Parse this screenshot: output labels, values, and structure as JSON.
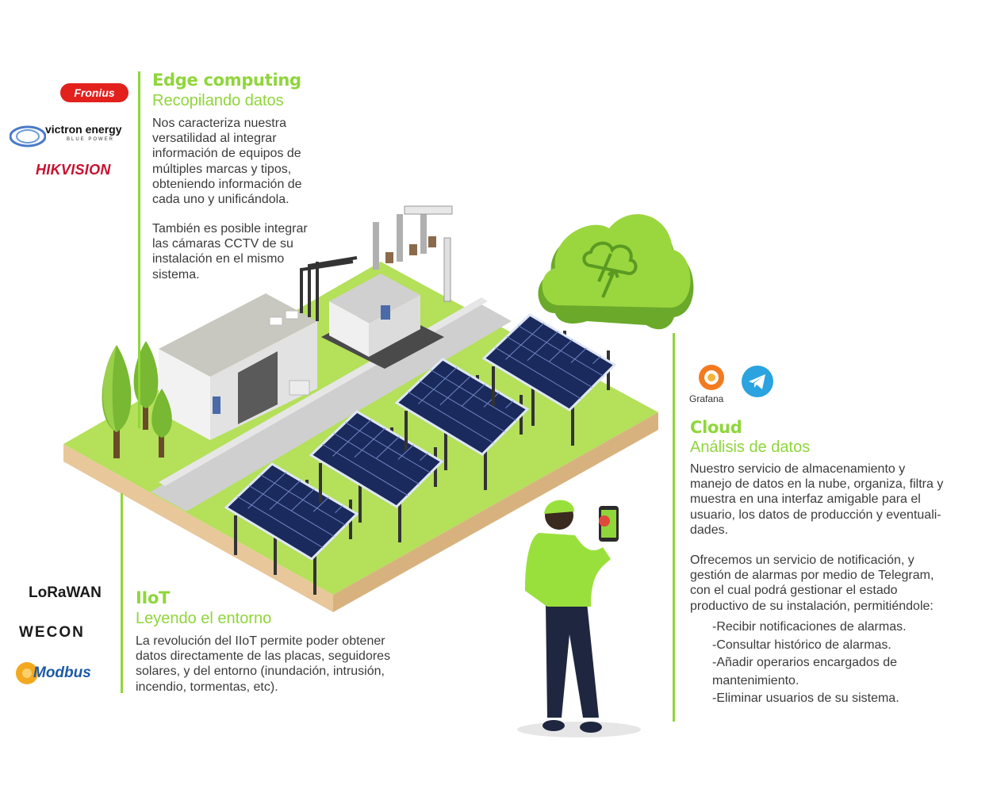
{
  "edge": {
    "title": "Edge computing",
    "subtitle": "Recopilando datos",
    "paragraph1": "Nos caracteriza nuestra\nversatilidad al integrar\ninformación de equipos de\nmúltiples marcas y tipos,\nobteniendo información de\ncada uno y unificándola.",
    "paragraph2": "También es posible integrar\nlas cámaras CCTV de su\ninstalación en el mismo\nsistema.",
    "logos": {
      "fronius": "Fronius",
      "victron": "victron energy",
      "victron_tag": "BLUE POWER",
      "hikvision": "HIKVISION"
    }
  },
  "iiot": {
    "title": "IIoT",
    "subtitle": "Leyendo el entorno",
    "paragraph": "La revolución del IIoT permite poder obtener\ndatos directamente de las placas, seguidores\nsolares, y del entorno (inundación, intrusión,\nincendio, tormentas, etc).",
    "logos": {
      "lorawan": "LoRaWAN",
      "wecon": "WECON",
      "modbus": "Modbus"
    }
  },
  "cloud": {
    "title": "Cloud",
    "subtitle": "Análisis de datos",
    "paragraph1": "Nuestro servicio de almacenamiento y\nmanejo de datos en la nube, organiza, filtra y\nmuestra en una interfaz amigable para el\nusuario, los datos de producción y eventuali-\ndades.",
    "paragraph2": "Ofrecemos un servicio de notificación, y\ngestión de alarmas por medio de Telegram,\ncon el cual podrá gestionar el estado\nproductivo de su instalación, permitiéndole:",
    "bullets": [
      "-Recibir notificaciones de alarmas.",
      "-Consultar histórico de alarmas.",
      "-Añadir operarios encargados de",
      "mantenimiento.",
      "-Eliminar usuarios de su sistema."
    ],
    "logos": {
      "grafana": "Grafana"
    }
  },
  "colors": {
    "accent": "#8fd63a",
    "text": "#3b3b3b",
    "panel": "#1b2a5c",
    "ground": "#b4e05a"
  },
  "icons": [
    "cloud-icon",
    "telegram-icon",
    "grafana-icon",
    "alert-icon"
  ]
}
